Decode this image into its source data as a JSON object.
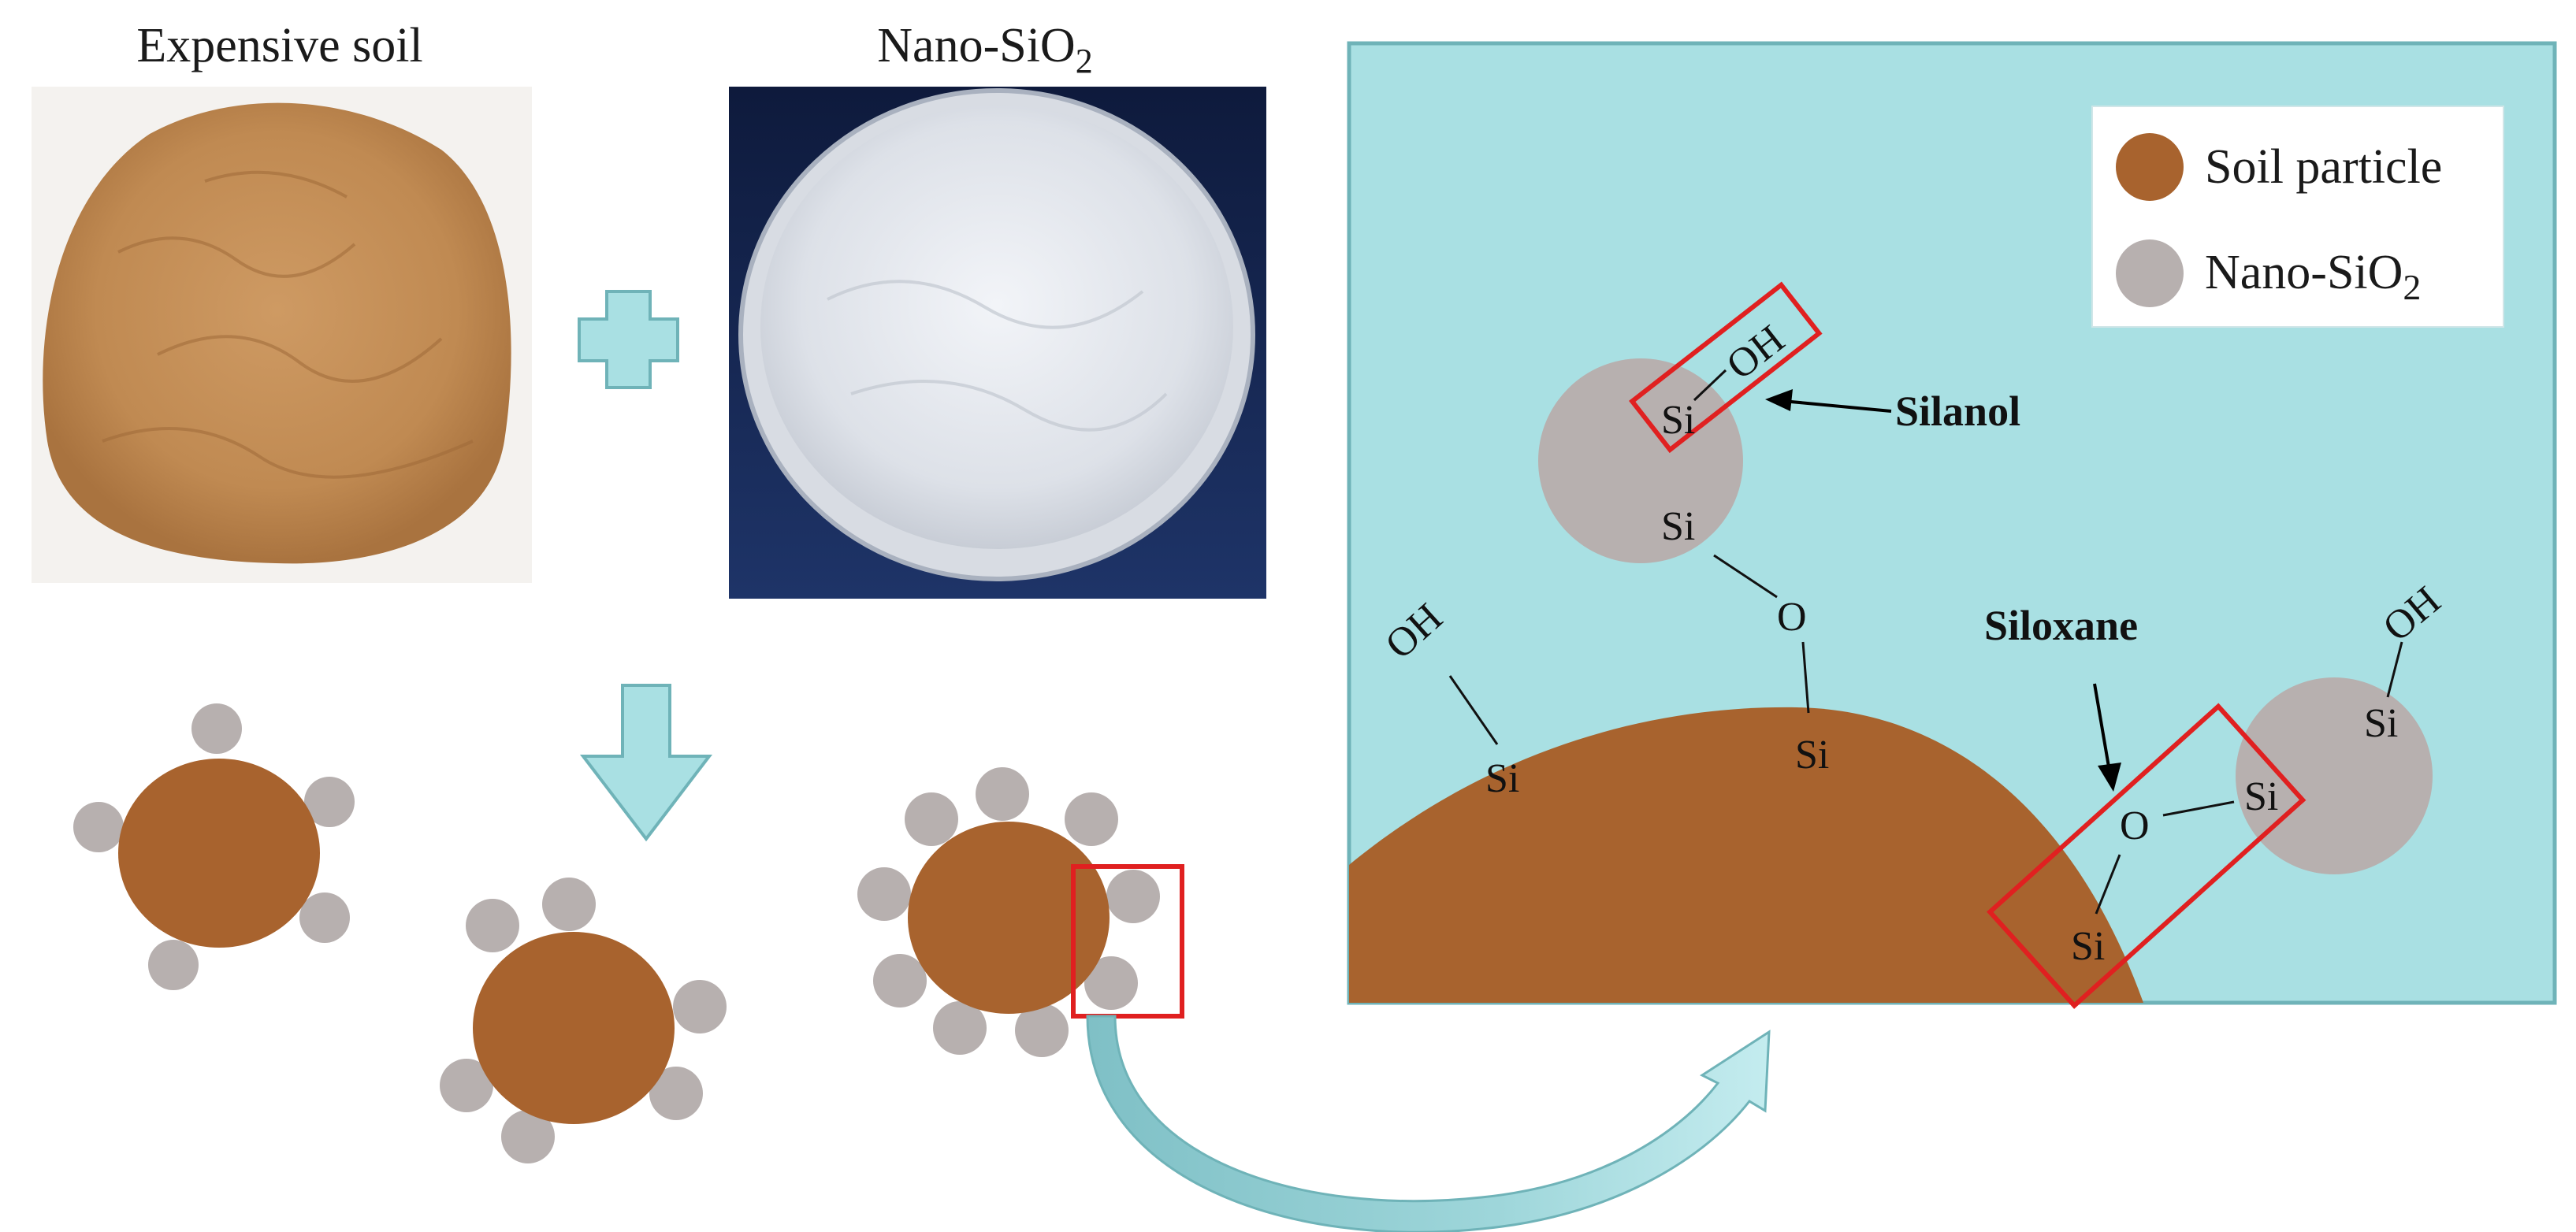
{
  "titles": {
    "soil": "Expensive soil",
    "nano_prefix": "Nano-SiO",
    "nano_sub": "2"
  },
  "legend": {
    "soil_label": "Soil particle",
    "nano_prefix": "Nano-SiO",
    "nano_sub": "2"
  },
  "chem": {
    "si": "Si",
    "oh": "OH",
    "o": "O"
  },
  "labels": {
    "silanol": "Silanol",
    "siloxane": "Siloxane"
  },
  "colors": {
    "soil": "#A8632E",
    "nano": "#B7B0AF",
    "panel_bg": "#A9E0E3",
    "accent_red": "#E02020",
    "arrow_fill": "#AEE3E6",
    "arrow_stroke": "#5FAFB4"
  }
}
